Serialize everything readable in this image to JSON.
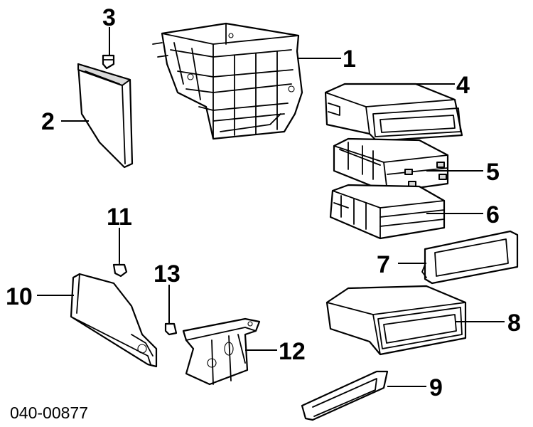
{
  "diagram_code": "040-00877",
  "callouts": [
    "1",
    "2",
    "3",
    "4",
    "5",
    "6",
    "7",
    "8",
    "9",
    "10",
    "11",
    "12",
    "13"
  ]
}
